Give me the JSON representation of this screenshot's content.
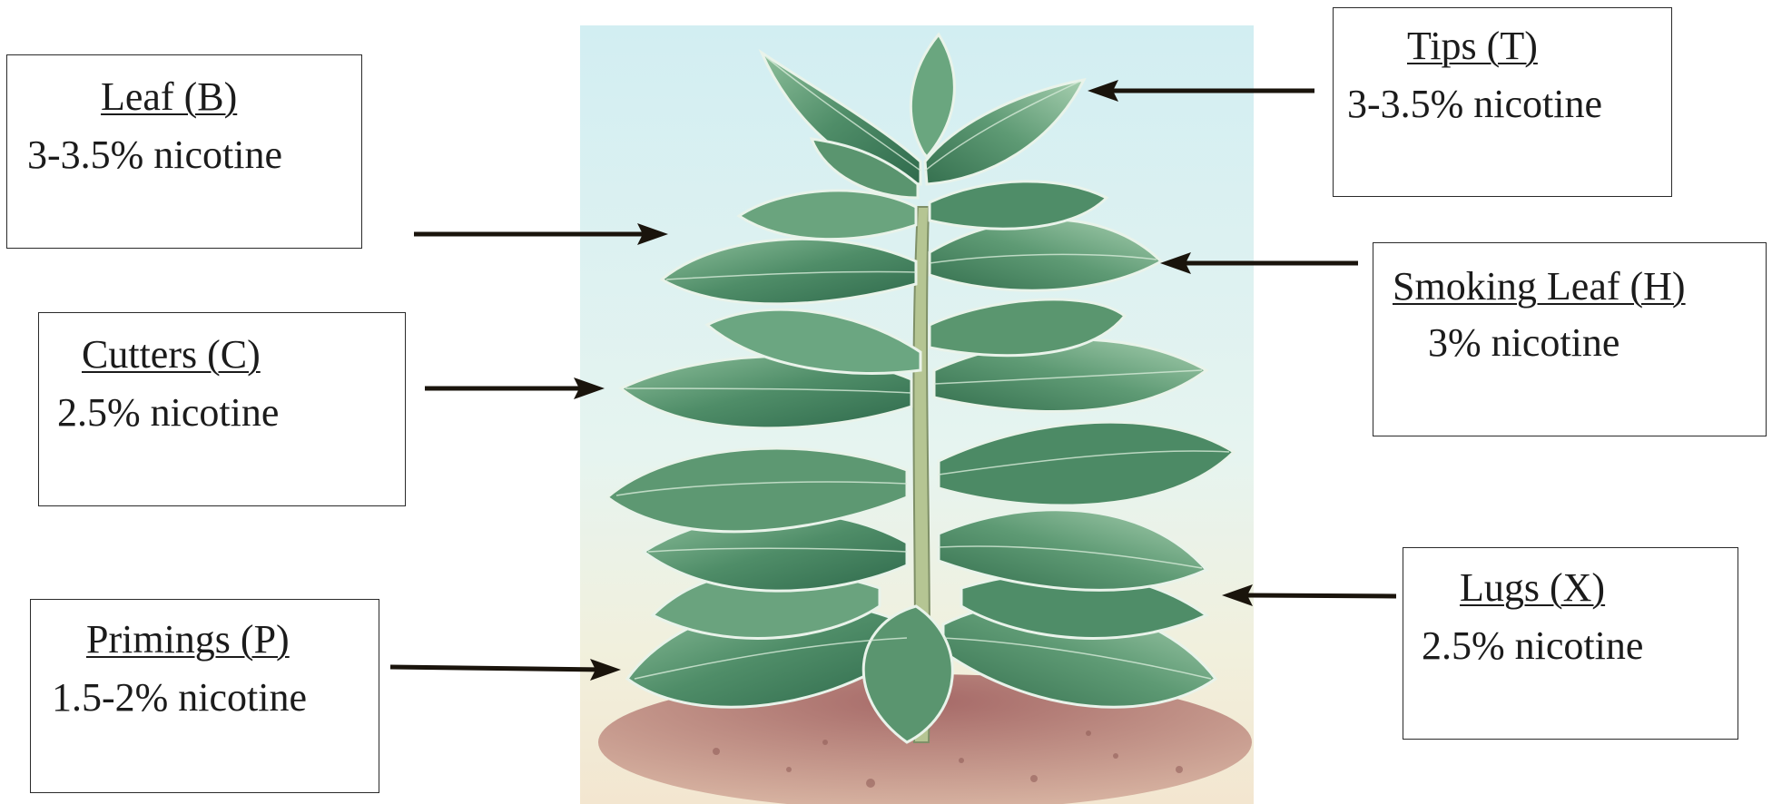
{
  "labels": {
    "leaf": {
      "title": "Leaf (B)",
      "value": "3-3.5% nicotine"
    },
    "cutters": {
      "title": "Cutters (C)",
      "value": "2.5% nicotine"
    },
    "primings": {
      "title": "Primings (P)",
      "value": "1.5-2% nicotine"
    },
    "tips": {
      "title": "Tips (T)",
      "value": "3-3.5% nicotine"
    },
    "smoking": {
      "title": "Smoking Leaf (H)",
      "value": "3% nicotine"
    },
    "lugs": {
      "title": "Lugs (X)",
      "value": "2.5% nicotine"
    }
  },
  "colors": {
    "sky": "#d9f1f4",
    "leaf_dark": "#3d7a5a",
    "leaf_mid": "#6fa985",
    "leaf_light": "#b7d7bd",
    "stem": "#b9c79a",
    "soil": "#b97b74",
    "arrow": "#1a140c"
  }
}
